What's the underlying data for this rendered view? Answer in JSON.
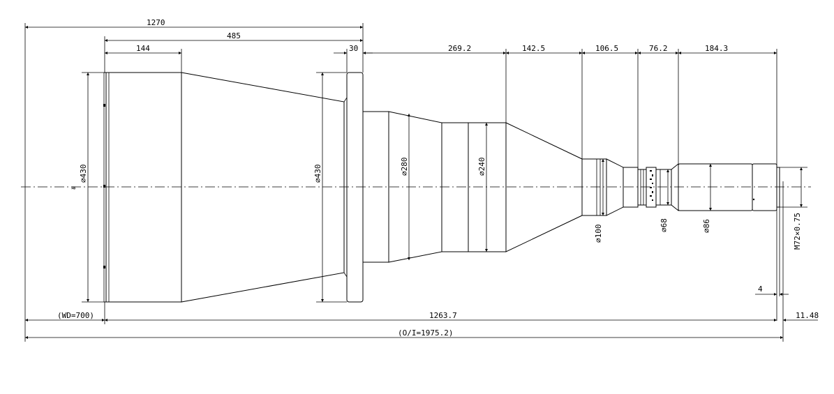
{
  "dimensions": {
    "overall_1270": "1270",
    "d_485": "485",
    "d_144": "144",
    "d_30": "30",
    "d_269_2": "269.2",
    "d_142_5": "142.5",
    "d_106_5": "106.5",
    "d_76_2": "76.2",
    "d_184_3": "184.3",
    "wd": "(WD=700)",
    "d_1263_7": "1263.7",
    "d_11_48": "11.48",
    "oi": "(O/I=1975.2)",
    "d_4": "4"
  },
  "diameters": {
    "front": "⌀430",
    "flange": "⌀430",
    "d280": "⌀280",
    "d240": "⌀240",
    "d100": "⌀100",
    "d68": "⌀68",
    "d86": "⌀86",
    "thread": "M72×0.75"
  }
}
